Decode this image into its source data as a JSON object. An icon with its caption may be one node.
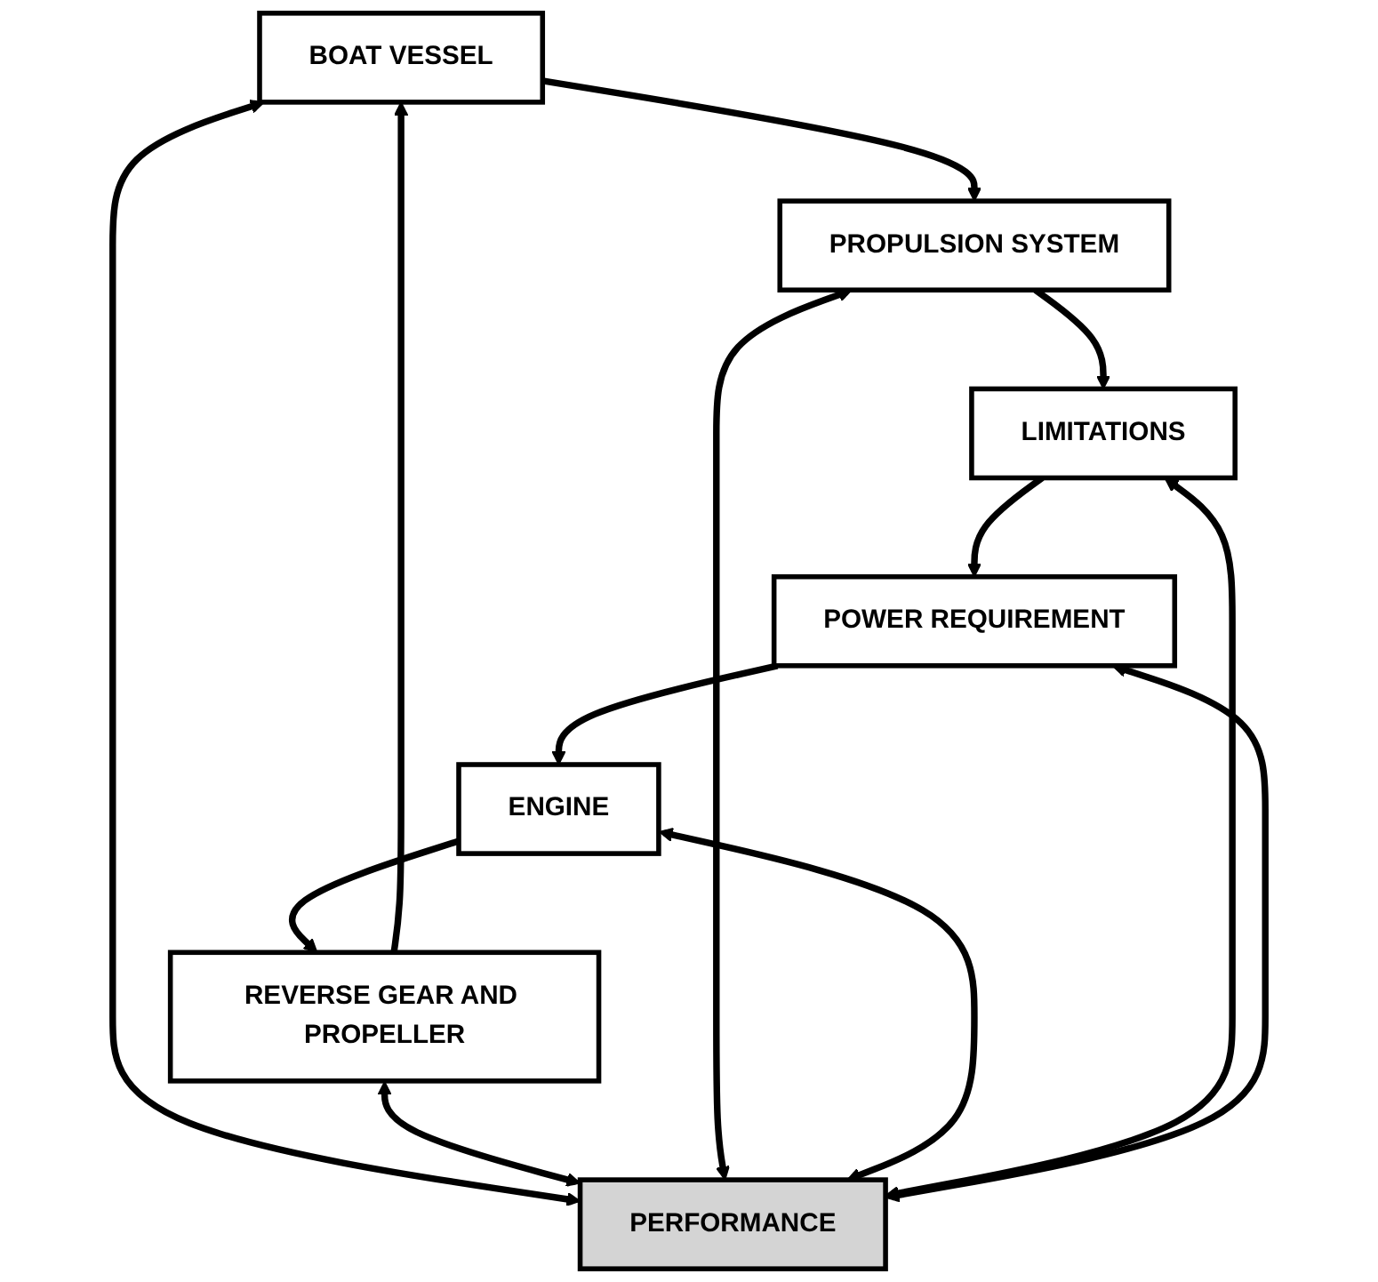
{
  "diagram": {
    "nodes": [
      {
        "text": [
          "BOAT VESSEL"
        ]
      },
      {
        "text": [
          "REVERSE GEAR AND PROPELLER"
        ]
      },
      {
        "text": [
          "PROPULSION SYSTEM"
        ]
      },
      {
        "text": [
          "PERFORMANCE"
        ]
      },
      {
        "text": [
          "ENGINE"
        ]
      },
      {
        "text": [
          "LIMITATIONS"
        ]
      },
      {
        "text": [
          "POWER REQUIREMENT"
        ]
      }
    ],
    "edges": [
      {
        "from": 0,
        "to": 2,
        "arrow": "to"
      },
      {
        "from": 2,
        "to": 5,
        "arrow": "to"
      },
      {
        "from": 5,
        "to": 6,
        "arrow": "to"
      },
      {
        "from": 6,
        "to": 4,
        "arrow": "to"
      },
      {
        "from": 4,
        "to": 1,
        "arrow": "to"
      },
      {
        "from": 1,
        "to": 0,
        "arrow": "to"
      },
      {
        "from": 0,
        "to": 3,
        "arrow": "both"
      },
      {
        "from": 1,
        "to": 3,
        "arrow": "both"
      },
      {
        "from": 2,
        "to": 3,
        "arrow": "both"
      },
      {
        "from": 4,
        "to": 3,
        "arrow": "both"
      },
      {
        "from": 5,
        "to": 3,
        "arrow": "both"
      },
      {
        "from": 6,
        "to": 3,
        "arrow": "both"
      }
    ]
  }
}
